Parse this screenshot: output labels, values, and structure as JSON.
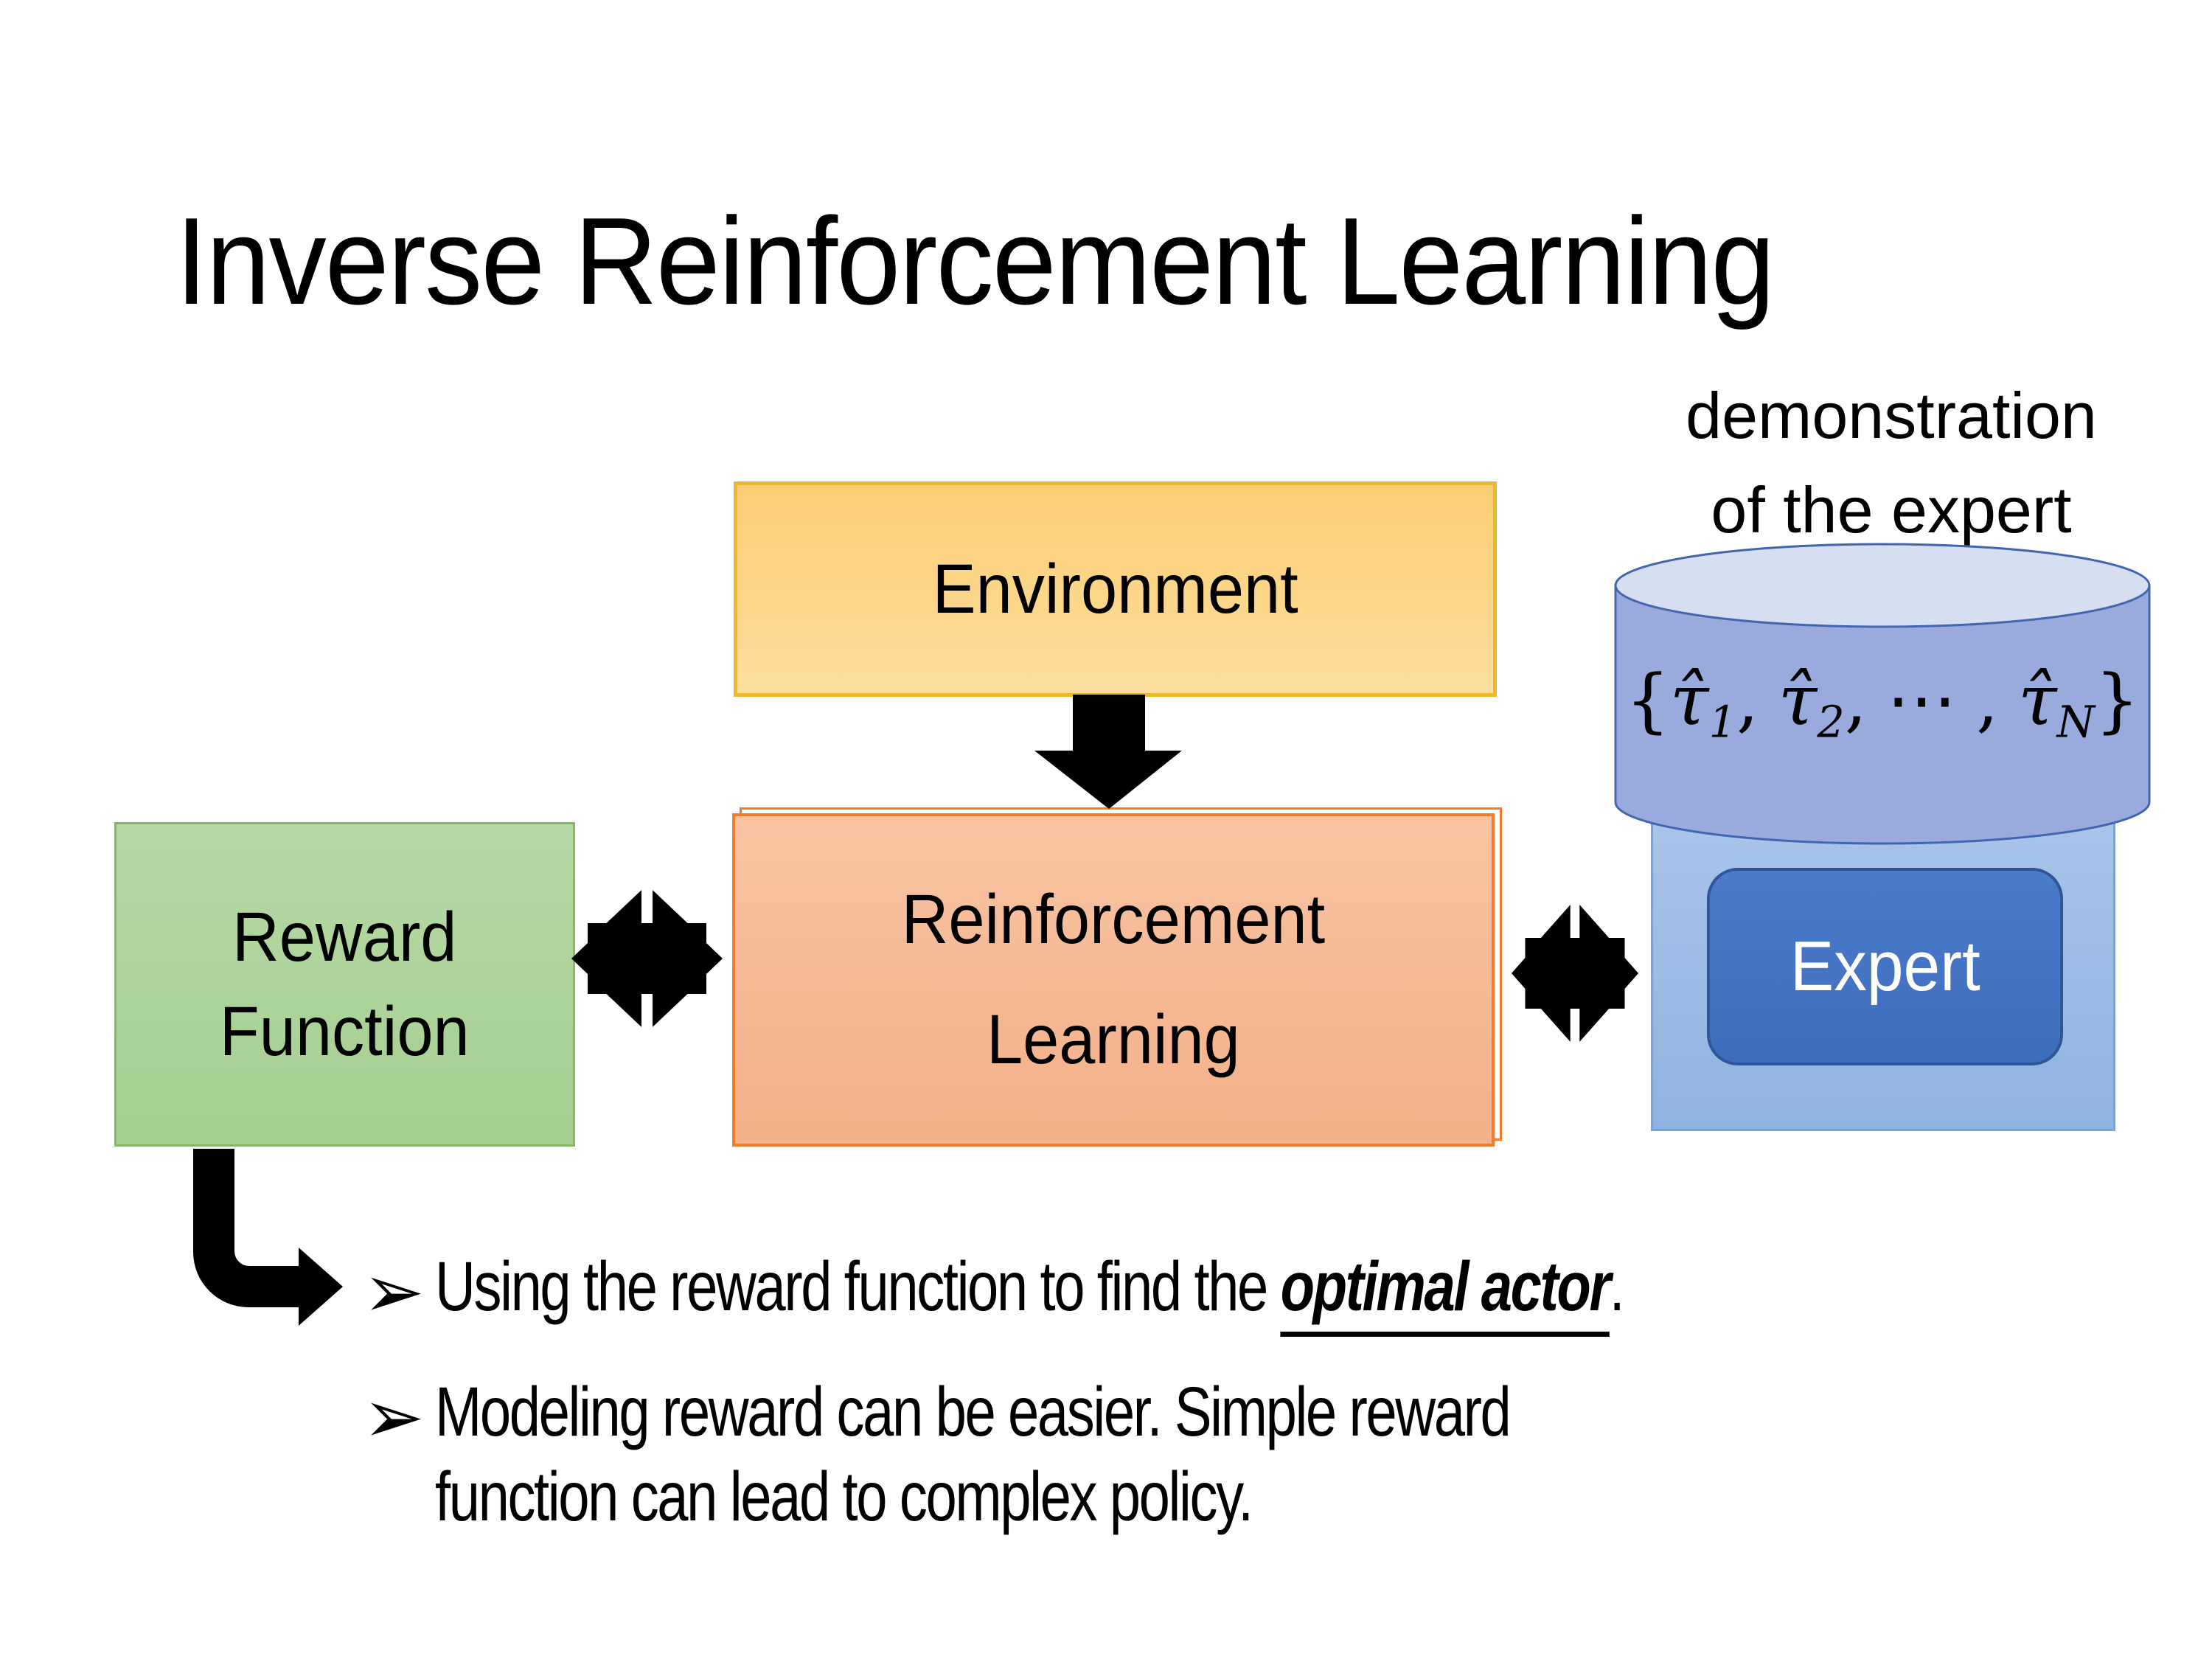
{
  "title": "Inverse Reinforcement Learning",
  "demo_label": {
    "line1": "demonstration",
    "line2": "of the expert"
  },
  "boxes": {
    "environment": "Environment",
    "reward_line1": "Reward",
    "reward_line2": "Function",
    "rl_line1": "Reinforcement",
    "rl_line2": "Learning",
    "expert": "Expert"
  },
  "cylinder": {
    "open": "{",
    "tau": "τ̂",
    "sub1": "1",
    "sub2": "2",
    "comma": ",",
    "dots": "⋯",
    "subN": "N",
    "close": "}"
  },
  "bullets": {
    "marker": "➢",
    "b1_prefix": "Using the reward function to find the ",
    "b1_highlight": "optimal actor",
    "b1_suffix": ".",
    "b2_line1": "Modeling reward can be easier. Simple reward",
    "b2_line2": "function can lead to complex policy."
  },
  "icons": {
    "down_arrow": "block-down-arrow",
    "left_exchange_arrow": "double-headed-exchange-arrow",
    "right_exchange_arrow": "double-headed-exchange-arrow",
    "elbow_arrow": "bent-right-arrow",
    "bullet_arrowhead": "right-arrowhead-bullet"
  },
  "colors": {
    "environment-fill-top": "#FBCE74",
    "environment-fill-bottom": "#FDDE9D",
    "environment-border": "#EFB62A",
    "rl-fill-top": "#F8C4A3",
    "rl-fill-bottom": "#F3B089",
    "rl-border": "#ED7D31",
    "reward-fill-top": "#B6D9A5",
    "reward-fill-bottom": "#A5CF90",
    "reward-border": "#86B768",
    "container-fill-top": "#A9C5EA",
    "container-fill-bottom": "#8FB3E0",
    "container-border": "#79A3D8",
    "cylinder-fill": "#99AADC",
    "cylinder-top-fill": "#D6DEF2",
    "cylinder-border": "#4365AF",
    "expert-fill-top": "#4C7BCB",
    "expert-fill-bottom": "#3E6DBE",
    "expert-border": "#2F5597",
    "arrow-color": "#000000"
  }
}
